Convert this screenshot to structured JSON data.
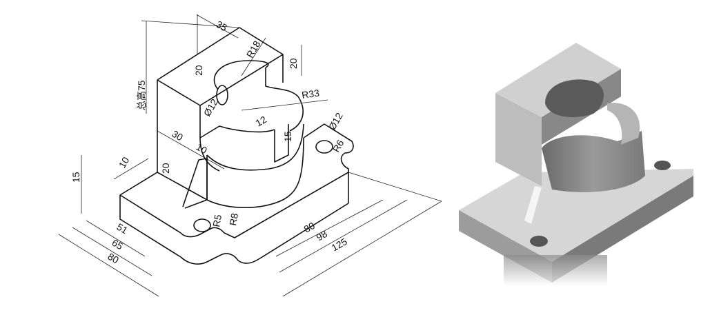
{
  "drawing": {
    "dimensions": [
      {
        "id": "top-width",
        "text": "35"
      },
      {
        "id": "bore-radius",
        "text": "R18"
      },
      {
        "id": "slot-depth-left",
        "text": "20"
      },
      {
        "id": "slot-depth-right",
        "text": "20"
      },
      {
        "id": "total-height",
        "text": "总高75"
      },
      {
        "id": "cylinder-radius",
        "text": "R33"
      },
      {
        "id": "side-hole-diameter",
        "text": "Ø12"
      },
      {
        "id": "slot-width",
        "text": "12"
      },
      {
        "id": "slot-height",
        "text": "15"
      },
      {
        "id": "base-hole-diameter",
        "text": "Ø12"
      },
      {
        "id": "base-corner-radius",
        "text": "R6"
      },
      {
        "id": "block-depth",
        "text": "30"
      },
      {
        "id": "rib-width",
        "text": "10"
      },
      {
        "id": "rib-height",
        "text": "20"
      },
      {
        "id": "rib-offset",
        "text": "10"
      },
      {
        "id": "base-height",
        "text": "15"
      },
      {
        "id": "base-depth-51",
        "text": "51"
      },
      {
        "id": "base-depth-65",
        "text": "65"
      },
      {
        "id": "base-depth-80",
        "text": "80"
      },
      {
        "id": "notch-radius-r5",
        "text": "R5"
      },
      {
        "id": "notch-radius-r8",
        "text": "R8"
      },
      {
        "id": "base-length-80",
        "text": "80"
      },
      {
        "id": "base-length-98",
        "text": "98"
      },
      {
        "id": "base-length-125",
        "text": "125"
      }
    ]
  },
  "render": {
    "face_light": "#d9d9d9",
    "face_mid": "#a8a8a8",
    "face_dark": "#6f6f6f"
  }
}
